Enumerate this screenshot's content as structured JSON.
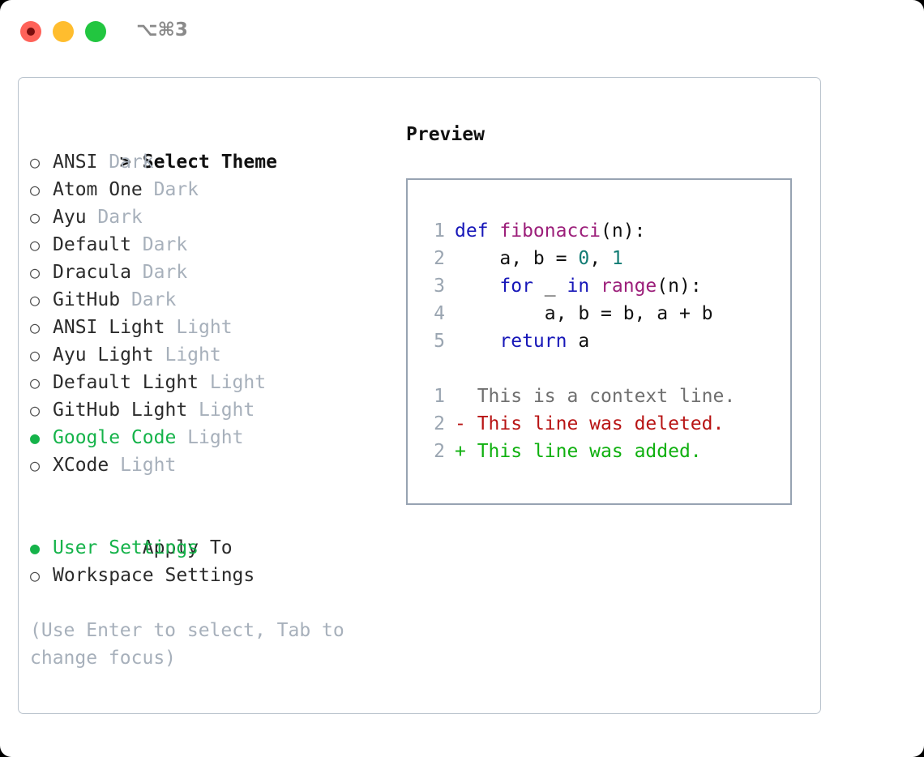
{
  "titlebar": {
    "shortcut": "⌥⌘3",
    "buttons": {
      "close": "close-button",
      "minimize": "minimize-button",
      "maximize": "maximize-button"
    }
  },
  "theme_picker": {
    "caret": ">",
    "title": "Select Theme",
    "marker_unselected": "○",
    "marker_selected": "●",
    "accent_color": "#15b34a",
    "items": [
      {
        "name": "ANSI",
        "variant": "Dark",
        "selected": false
      },
      {
        "name": "Atom One",
        "variant": "Dark",
        "selected": false
      },
      {
        "name": "Ayu",
        "variant": "Dark",
        "selected": false
      },
      {
        "name": "Default",
        "variant": "Dark",
        "selected": false
      },
      {
        "name": "Dracula",
        "variant": "Dark",
        "selected": false
      },
      {
        "name": "GitHub",
        "variant": "Dark",
        "selected": false
      },
      {
        "name": "ANSI Light",
        "variant": "Light",
        "selected": false
      },
      {
        "name": "Ayu Light",
        "variant": "Light",
        "selected": false
      },
      {
        "name": "Default Light",
        "variant": "Light",
        "selected": false
      },
      {
        "name": "GitHub Light",
        "variant": "Light",
        "selected": false
      },
      {
        "name": "Google Code",
        "variant": "Light",
        "selected": true
      },
      {
        "name": "XCode",
        "variant": "Light",
        "selected": false
      }
    ]
  },
  "apply_to": {
    "title": "Apply To",
    "items": [
      {
        "name": "User Settings",
        "selected": true
      },
      {
        "name": "Workspace Settings",
        "selected": false
      }
    ]
  },
  "hint": "(Use Enter to select, Tab to change focus)",
  "preview": {
    "title": "Preview",
    "code_lines": [
      {
        "no": "1",
        "segments": [
          {
            "text": "def ",
            "cls": "tok-kw"
          },
          {
            "text": "fibonacci",
            "cls": "tok-fn"
          },
          {
            "text": "(n):",
            "cls": "tok-pl"
          }
        ]
      },
      {
        "no": "2",
        "segments": [
          {
            "text": "    a, b = ",
            "cls": "tok-pl"
          },
          {
            "text": "0",
            "cls": "tok-num"
          },
          {
            "text": ", ",
            "cls": "tok-pl"
          },
          {
            "text": "1",
            "cls": "tok-num"
          }
        ]
      },
      {
        "no": "3",
        "segments": [
          {
            "text": "    ",
            "cls": "tok-pl"
          },
          {
            "text": "for",
            "cls": "tok-kw"
          },
          {
            "text": " _ ",
            "cls": "tok-pl"
          },
          {
            "text": "in",
            "cls": "tok-kw"
          },
          {
            "text": " ",
            "cls": "tok-pl"
          },
          {
            "text": "range",
            "cls": "tok-fn"
          },
          {
            "text": "(n):",
            "cls": "tok-pl"
          }
        ]
      },
      {
        "no": "4",
        "segments": [
          {
            "text": "        a, b = b, a + b",
            "cls": "tok-pl"
          }
        ]
      },
      {
        "no": "5",
        "segments": [
          {
            "text": "    ",
            "cls": "tok-pl"
          },
          {
            "text": "return",
            "cls": "tok-kw"
          },
          {
            "text": " a",
            "cls": "tok-pl"
          }
        ]
      }
    ],
    "diff_lines": [
      {
        "no": "1",
        "marker": "  ",
        "text": "This is a context line.",
        "cls": "diff-ctx"
      },
      {
        "no": "2",
        "marker": "- ",
        "text": "This line was deleted.",
        "cls": "diff-del"
      },
      {
        "no": "2",
        "marker": "+ ",
        "text": "This line was added.",
        "cls": "diff-add"
      }
    ]
  }
}
